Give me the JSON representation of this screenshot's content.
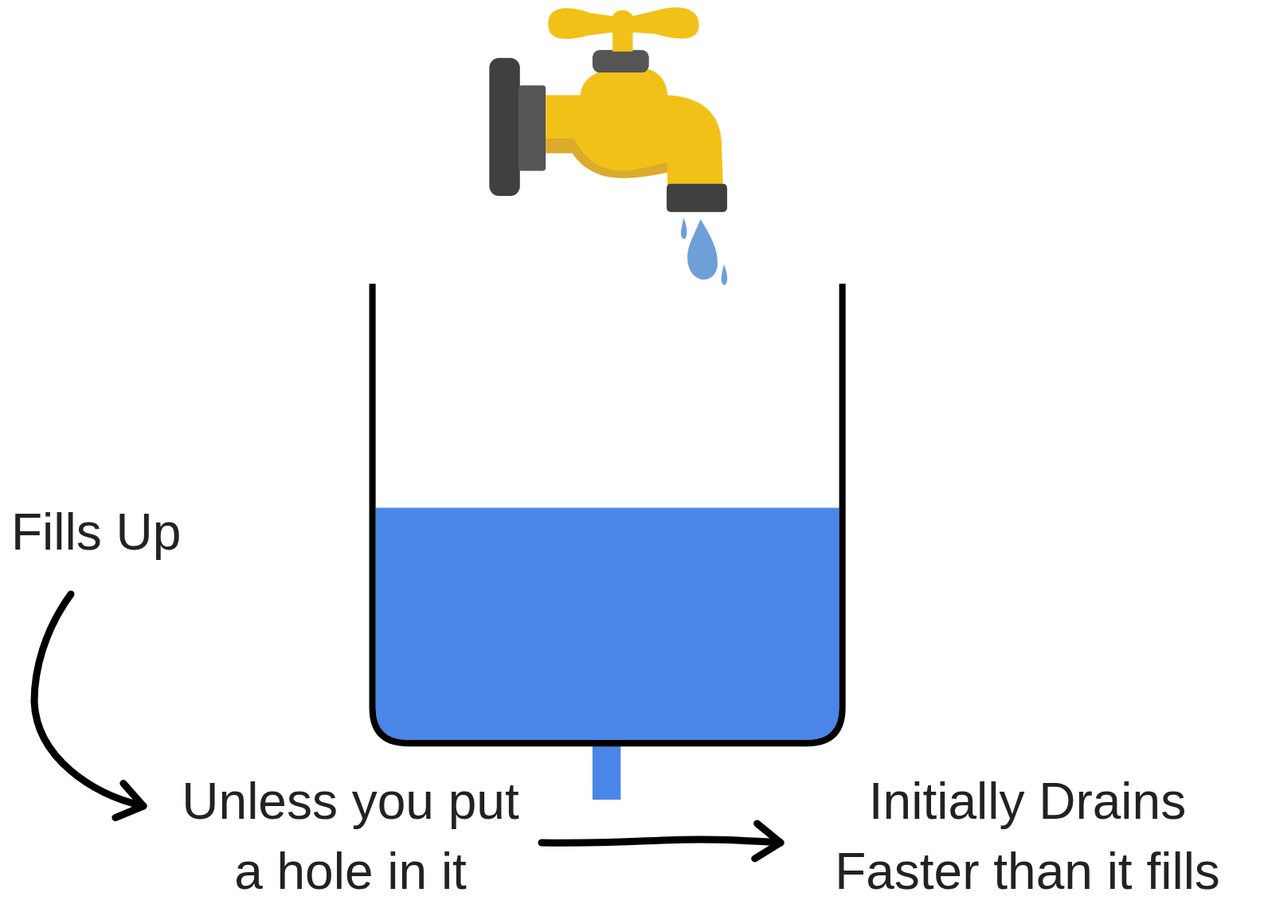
{
  "diagram": {
    "nodes": [
      {
        "text": [
          "Fills Up"
        ]
      },
      {
        "text": [
          "Unless you put a hole in it"
        ]
      },
      {
        "text": [
          "Initially Drains Faster than it fills"
        ]
      }
    ],
    "edges": [
      {
        "from": 0,
        "to": 1,
        "arrow": "to"
      },
      {
        "from": 1,
        "to": 2,
        "arrow": "to"
      }
    ]
  }
}
